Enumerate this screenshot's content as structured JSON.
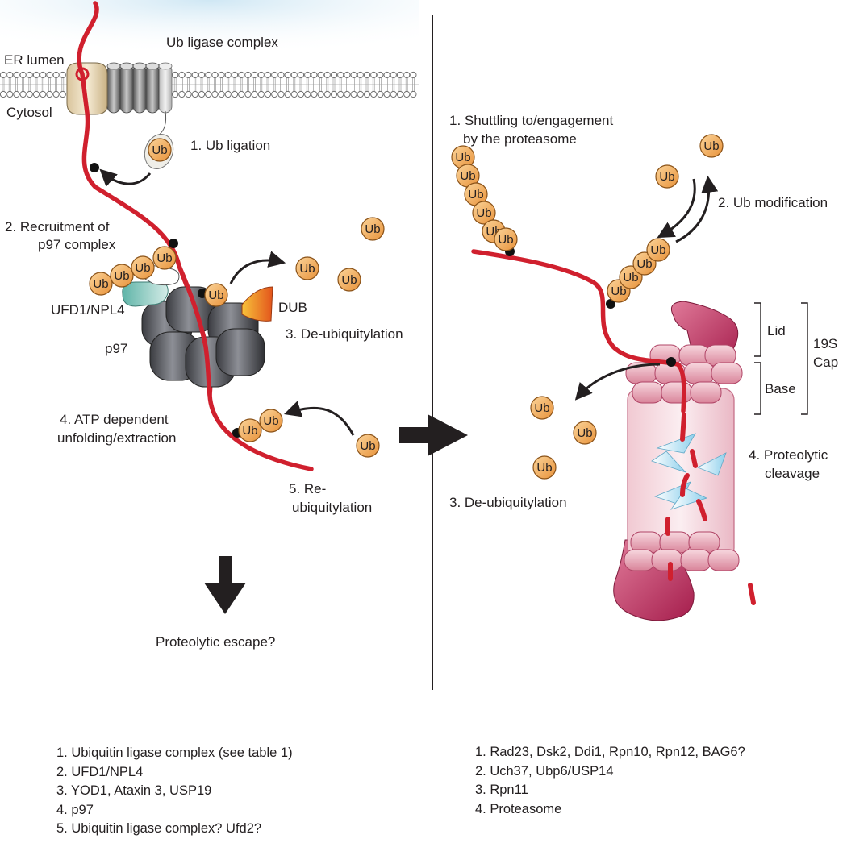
{
  "left": {
    "er_lumen": "ER lumen",
    "cytosol": "Cytosol",
    "ub_ligase_complex": "Ub ligase complex",
    "step1": "1. Ub ligation",
    "step2_line1": "2. Recruitment of",
    "step2_line2": "p97 complex",
    "ufd1_npl4": "UFD1/NPL4",
    "p97": "p97",
    "dub": "DUB",
    "step3": "3. De-ubiquitylation",
    "step4_line1": "4. ATP dependent",
    "step4_line2": "unfolding/extraction",
    "step5_line1": "5. Re-",
    "step5_line2": "ubiquitylation",
    "escape": "Proteolytic escape?"
  },
  "right": {
    "step1_line1": "1. Shuttling to/engagement",
    "step1_line2": "by the proteasome",
    "step2": "2. Ub modification",
    "step3": "3. De-ubiquitylation",
    "step4_line1": "4. Proteolytic",
    "step4_line2": "cleavage",
    "lid": "Lid",
    "base": "Base",
    "cap_line1": "19S",
    "cap_line2": "Cap"
  },
  "ub_label": "Ub",
  "legend_left": [
    "1. Ubiquitin ligase complex (see table 1)",
    "2. UFD1/NPL4",
    "3. YOD1, Ataxin 3, USP19",
    "4. p97",
    "5. Ubiquitin ligase complex? Ufd2?"
  ],
  "legend_right": [
    "1. Rad23, Dsk2, Ddi1, Rpn10, Rpn12, BAG6?",
    "2. Uch37, Ubp6/USP14",
    "3. Rpn11",
    "4. Proteasome"
  ],
  "colors": {
    "substrate": "#d0202e",
    "ub_fill": "#f3a955",
    "ub_stroke": "#8a5218",
    "p97": "#4d4f55",
    "proteasome": "#b72756",
    "membrane": "#9a9a9a",
    "lumen_glow": "#d8ecf6",
    "arrow": "#231f20"
  }
}
